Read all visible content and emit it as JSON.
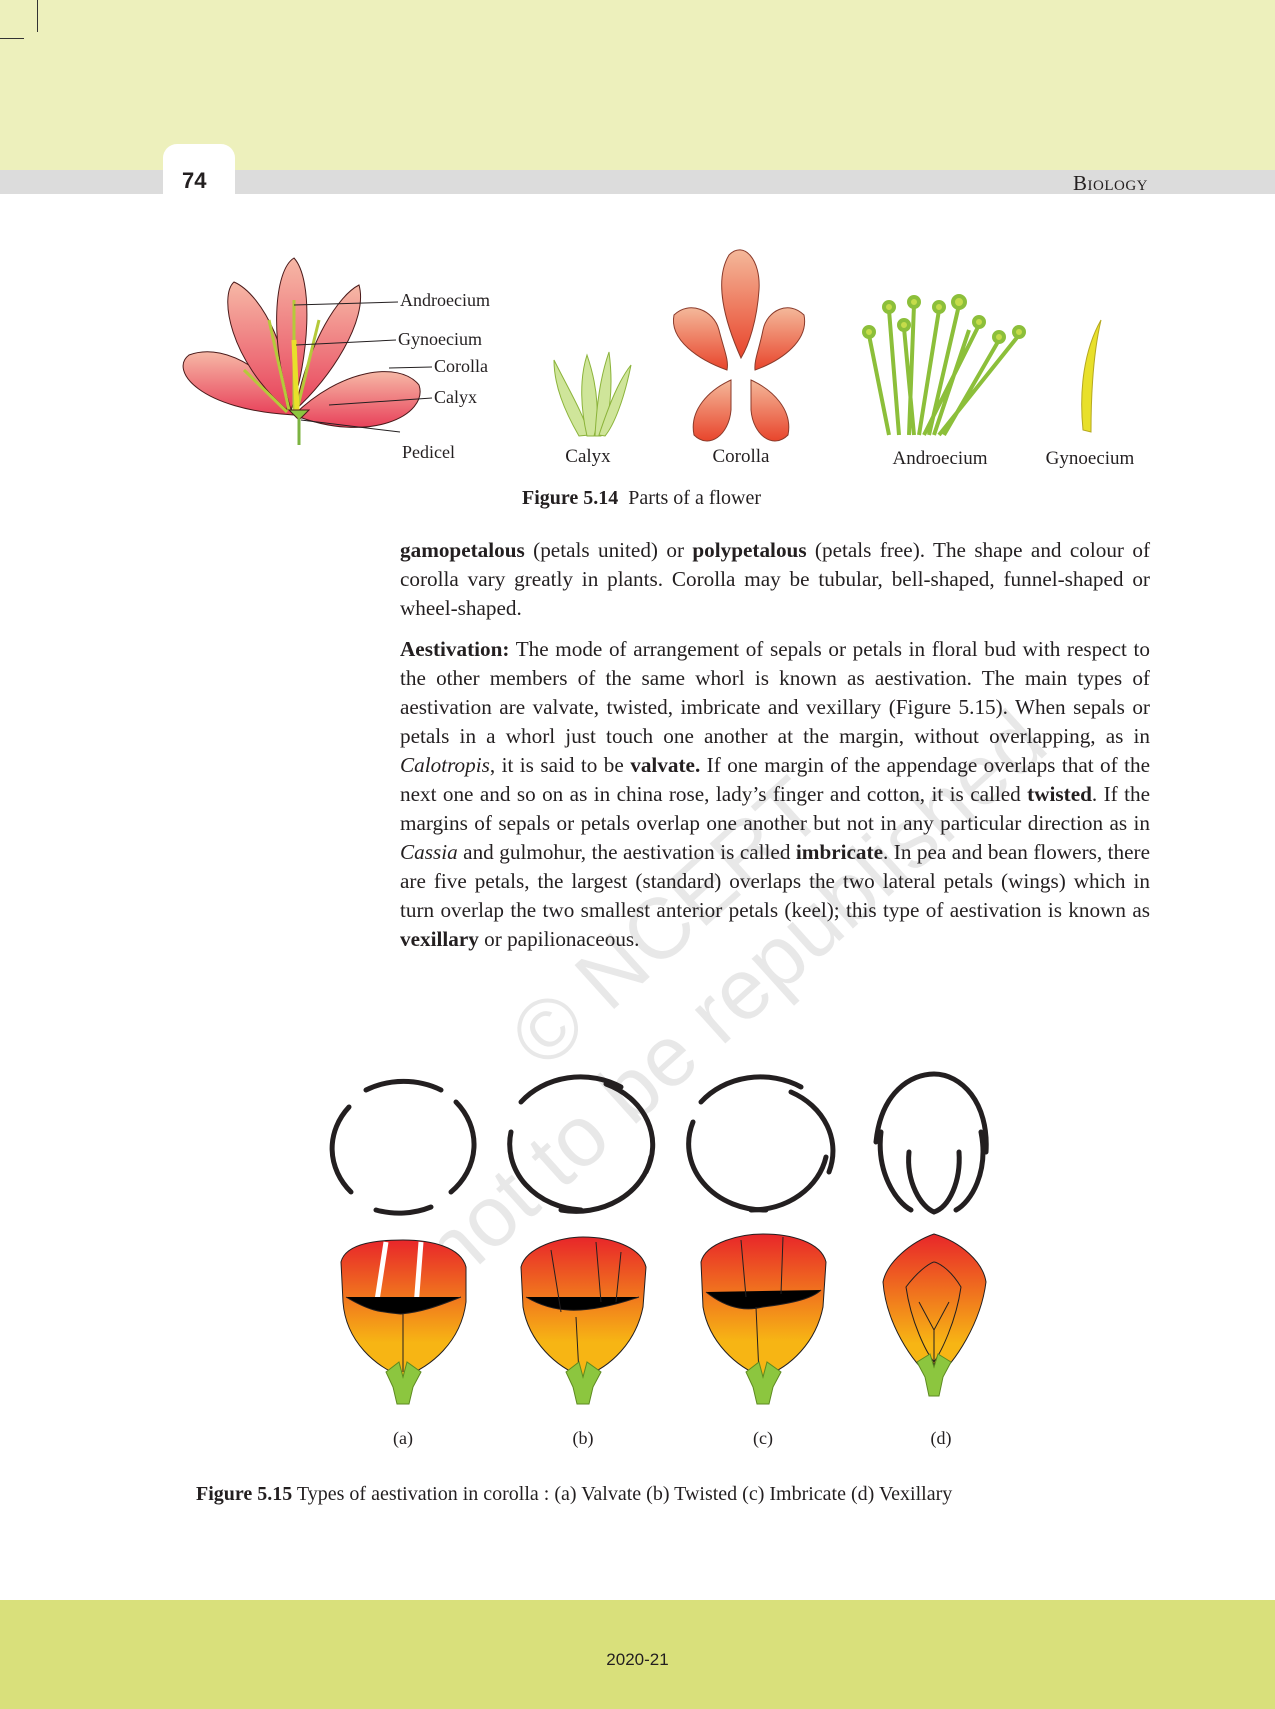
{
  "header": {
    "page_number": "74",
    "running_head": "Biology"
  },
  "figure_5_14": {
    "flower_labels": [
      "Androecium",
      "Gynoecium",
      "Corolla",
      "Calyx",
      "Pedicel"
    ],
    "part_labels": [
      "Calyx",
      "Corolla",
      "Androecium",
      "Gynoecium"
    ],
    "caption_label": "Figure 5.14",
    "caption_text": "Parts of a flower"
  },
  "body": {
    "paragraphs": [
      [
        {
          "t": "gamopetalous",
          "s": "b"
        },
        {
          "t": " (petals united) or "
        },
        {
          "t": "polypetalous",
          "s": "b"
        },
        {
          "t": " (petals free). The shape and colour of corolla vary greatly in plants. Corolla may be tubular, bell-shaped, funnel-shaped or wheel-shaped."
        }
      ],
      [
        {
          "t": "Aestivation:",
          "s": "b"
        },
        {
          "t": " The mode of arrangement of sepals or petals in floral bud with respect to the other members of the same whorl is known as aestivation. The main types of aestivation are valvate, twisted, imbricate and vexillary (Figure 5.15). When sepals or petals in a whorl just touch one another at the margin, without overlapping, as in "
        },
        {
          "t": "Calotropis",
          "s": "i"
        },
        {
          "t": ", it is said to be "
        },
        {
          "t": "valvate.",
          "s": "b"
        },
        {
          "t": " If one margin of  the appendage overlaps that of the next one and so on as in china rose, lady’s finger and cotton, it is called "
        },
        {
          "t": "twisted",
          "s": "b"
        },
        {
          "t": ".  If the margins of sepals or petals overlap one another but not in any particular direction as in "
        },
        {
          "t": "Cassia",
          "s": "i"
        },
        {
          "t": " and gulmohur, the aestivation is called "
        },
        {
          "t": "imbricate",
          "s": "b"
        },
        {
          "t": ". In pea and bean flowers, there are five petals, the largest (standard) overlaps the two lateral petals (wings) which in turn overlap the two smallest anterior petals (keel);  this type of aestivation is known as "
        },
        {
          "t": "vexillary",
          "s": "b"
        },
        {
          "t": " or papilionaceous."
        }
      ]
    ]
  },
  "figure_5_15": {
    "labels": [
      "(a)",
      "(b)",
      "(c)",
      "(d)"
    ],
    "caption_label": "Figure 5.15",
    "caption_text": " Types of aestivation in corolla : (a) Valvate (b) Twisted (c) Imbricate (d) Vexillary"
  },
  "watermark": {
    "line1": "© NCERT",
    "line2": "not to be republished"
  },
  "footer": {
    "year": "2020-21"
  },
  "colors": {
    "top_band": "#edf0bc",
    "bottom_band": "#d9e07b",
    "petal_red": "#e8262a",
    "petal_orange": "#f7b514",
    "sepal_green": "#8cc63f"
  }
}
